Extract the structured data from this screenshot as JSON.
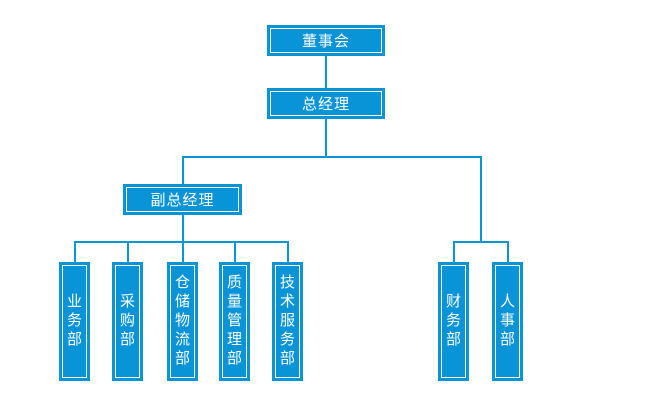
{
  "diagram": {
    "type": "org-chart",
    "colors": {
      "node_fill": "#0a94d8",
      "node_inner_border": "#ffffff",
      "connector": "#0a94d8",
      "text": "#ffffff",
      "background": "#ffffff"
    },
    "nodes": [
      {
        "id": "board",
        "label": "董事会",
        "level": 1,
        "orientation": "horizontal"
      },
      {
        "id": "gm",
        "label": "总经理",
        "level": 2,
        "orientation": "horizontal"
      },
      {
        "id": "dgm",
        "label": "副总经理",
        "level": 3,
        "orientation": "horizontal"
      },
      {
        "id": "business",
        "label": "业务部",
        "level": 4,
        "orientation": "vertical"
      },
      {
        "id": "purchase",
        "label": "采购部",
        "level": 4,
        "orientation": "vertical"
      },
      {
        "id": "warehouse",
        "label": "仓储物流部",
        "level": 4,
        "orientation": "vertical"
      },
      {
        "id": "quality",
        "label": "质量管理部",
        "level": 4,
        "orientation": "vertical"
      },
      {
        "id": "tech-service",
        "label": "技术服务部",
        "level": 4,
        "orientation": "vertical"
      },
      {
        "id": "finance",
        "label": "财务部",
        "level": 4,
        "orientation": "vertical"
      },
      {
        "id": "hr",
        "label": "人事部",
        "level": 4,
        "orientation": "vertical"
      }
    ],
    "edges": [
      {
        "from": "董事会",
        "to": "总经理"
      },
      {
        "from": "总经理",
        "to": "副总经理"
      },
      {
        "from": "副总经理",
        "to": "业务部"
      },
      {
        "from": "副总经理",
        "to": "采购部"
      },
      {
        "from": "副总经理",
        "to": "仓储物流部"
      },
      {
        "from": "副总经理",
        "to": "质量管理部"
      },
      {
        "from": "副总经理",
        "to": "技术服务部"
      },
      {
        "from": "总经理",
        "to": "财务部"
      },
      {
        "from": "总经理",
        "to": "人事部"
      }
    ]
  }
}
